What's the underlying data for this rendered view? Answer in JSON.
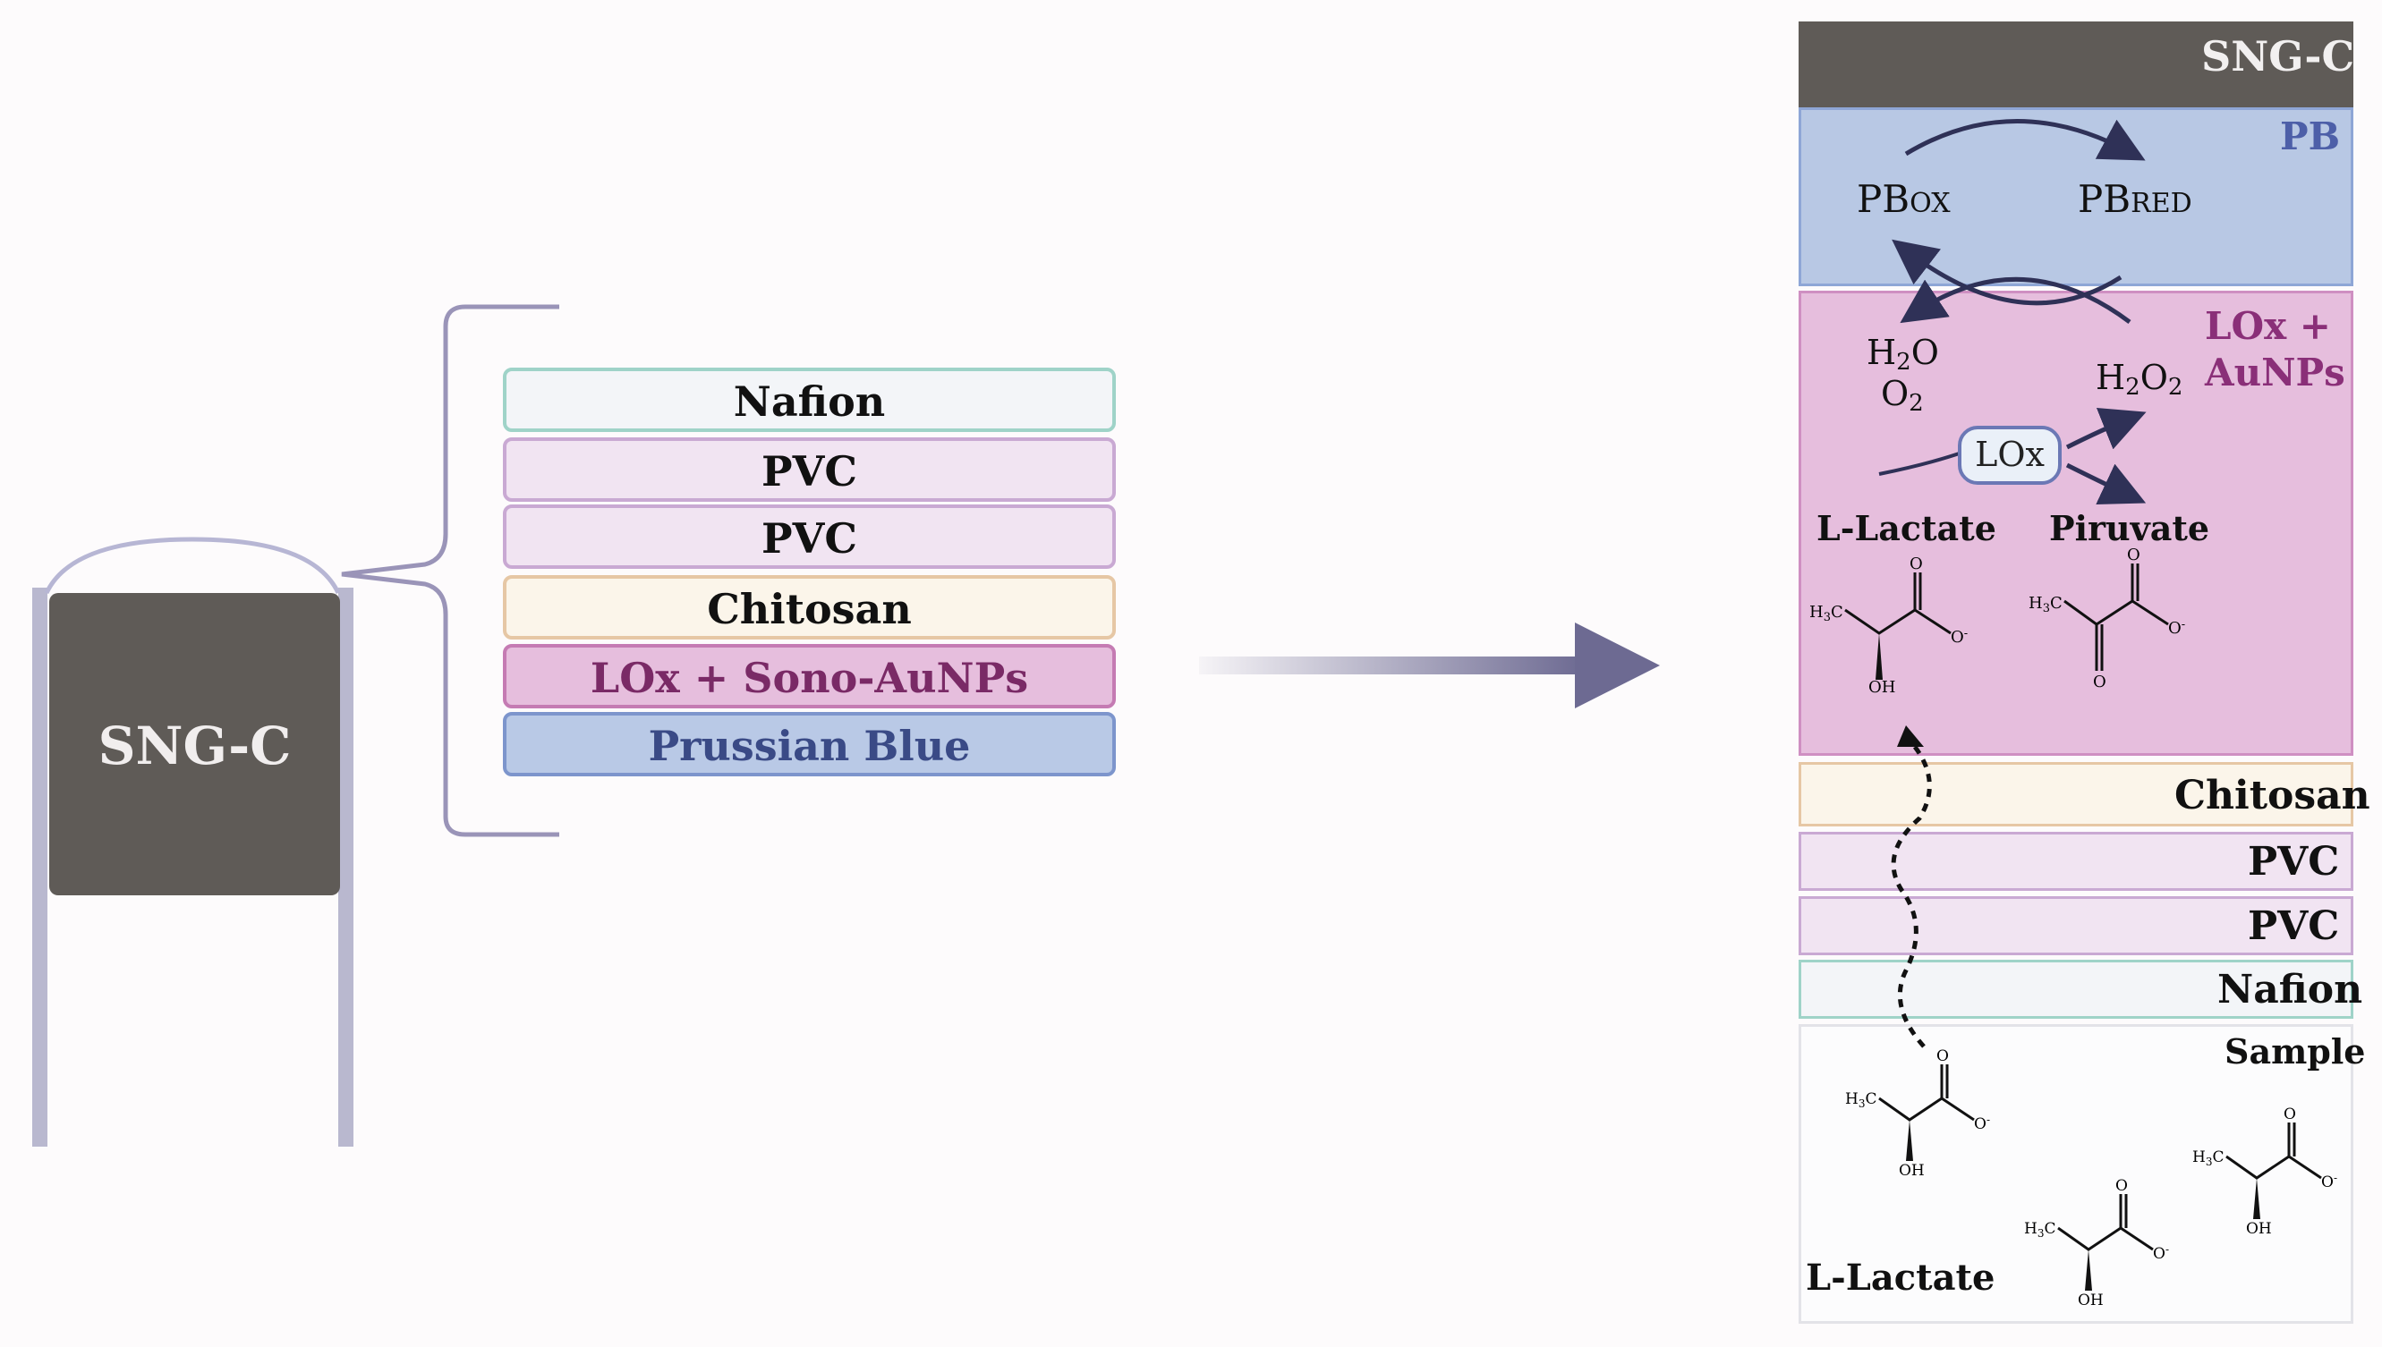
{
  "electrode": {
    "label": "SNG-C"
  },
  "stack": {
    "layers": [
      {
        "label": "Nafion",
        "fill": "#f3f5f8",
        "border": "#9fd3c8",
        "color": "#111111"
      },
      {
        "label": "PVC",
        "fill": "#f1e4f2",
        "border": "#c9a9d3",
        "color": "#111111"
      },
      {
        "label": "PVC",
        "fill": "#f1e4f2",
        "border": "#c9a9d3",
        "color": "#111111"
      },
      {
        "label": "Chitosan",
        "fill": "#fbf5ea",
        "border": "#e6c7a5",
        "color": "#111111"
      },
      {
        "label": "LOx + Sono-AuNPs",
        "fill": "#e6bedd",
        "border": "#c57bb3",
        "color": "#7a2a66"
      },
      {
        "label": "Prussian Blue",
        "fill": "#b9c9e6",
        "border": "#7d95cc",
        "color": "#3a4a86"
      }
    ]
  },
  "detail": {
    "top": {
      "label": "SNG-C"
    },
    "pb": {
      "label": "PB",
      "ox": "PB",
      "ox_sub": "OX",
      "red": "PB",
      "red_sub": "RED"
    },
    "enzyme": {
      "label_line1": "LOx +",
      "label_line2": "AuNPs",
      "h2o_main": "H",
      "h2o_sub": "2",
      "h2o_tail": "O",
      "o2_main": "O",
      "o2_sub": "2",
      "h2o2_main": "H",
      "h2o2_sub1": "2",
      "h2o2_mid": "O",
      "h2o2_sub2": "2",
      "lox": "LOx",
      "substrate": "L-Lactate",
      "product": "Piruvate"
    },
    "layers": [
      "Chitosan",
      "PVC",
      "PVC",
      "Nafion"
    ],
    "sample": {
      "label": "Sample",
      "analyte": "L-Lactate"
    },
    "molecule": {
      "h3c": "H₃C",
      "oh": "OH",
      "o": "O",
      "o_minus": "O⁻"
    }
  },
  "colors": {
    "electrode": "#5f5b57",
    "pb": "#b8c8e4",
    "pb_text": "#4d5fa8",
    "enzyme": "#e6bedd",
    "enzyme_text": "#8a2f78",
    "arrow": "#6d6a92",
    "bracket": "#9a94b8"
  }
}
